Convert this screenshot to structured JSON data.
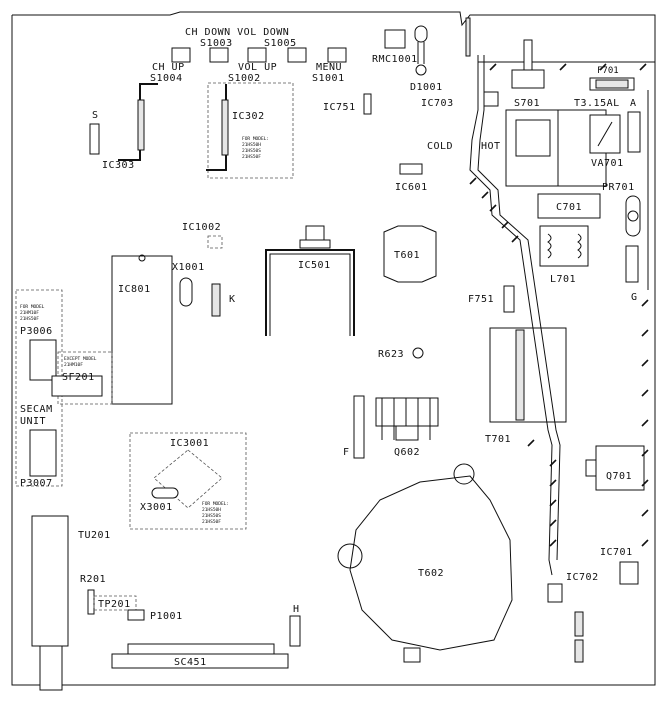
{
  "labels": {
    "ch_down_vol_down": "CH DOWN VOL DOWN",
    "s1003": "S1003",
    "s1005": "S1005",
    "rmc1001": "RMC1001",
    "ch_up": "CH UP",
    "s1004": "S1004",
    "vol_up": "VOL UP",
    "s1002": "S1002",
    "menu": "MENU",
    "s1001": "S1001",
    "d1001": "D1001",
    "f701": "F701",
    "t315al": "T3.15AL",
    "a": "A",
    "ic302": "IC302",
    "ic302_note1": "FOR MODEL:",
    "ic302_note2": "21HS50H",
    "ic302_note3": "21HS50S",
    "ic302_note4": "21HS50F",
    "ic751": "IC751",
    "ic703": "IC703",
    "s701": "S701",
    "s": "S",
    "cold": "COLD",
    "hot": "HOT",
    "va701": "VA701",
    "ic303": "IC303",
    "ic601": "IC601",
    "c701": "C701",
    "pr701": "PR701",
    "ic1002": "IC1002",
    "ic501": "IC501",
    "t601": "T601",
    "x1001": "X1001",
    "ic801": "IC801",
    "k": "K",
    "l701": "L701",
    "g": "G",
    "f751": "F751",
    "p3006_note1": "FOR MODEL",
    "p3006_note2": "21HM10F",
    "p3006_note3": "21HS50F",
    "p3006": "P3006",
    "except1": "EXCEPT MODEL",
    "except2": "21HM10F",
    "sf201": "SF201",
    "r623": "R623",
    "secam1": "SECAM",
    "secam2": "UNIT",
    "t701": "T701",
    "ic3001": "IC3001",
    "f": "F",
    "q602": "Q602",
    "q701": "Q701",
    "p3007": "P3007",
    "x3001": "X3001",
    "ic3001_note1": "FOR MODEL:",
    "ic3001_note2": "21HS50H",
    "ic3001_note3": "21HS50S",
    "ic3001_note4": "21HS50F",
    "tu201": "TU201",
    "t602": "T602",
    "ic701": "IC701",
    "r201": "R201",
    "ic702": "IC702",
    "tp201": "TP201",
    "p1001": "P1001",
    "h": "H",
    "sc451": "SC451"
  }
}
